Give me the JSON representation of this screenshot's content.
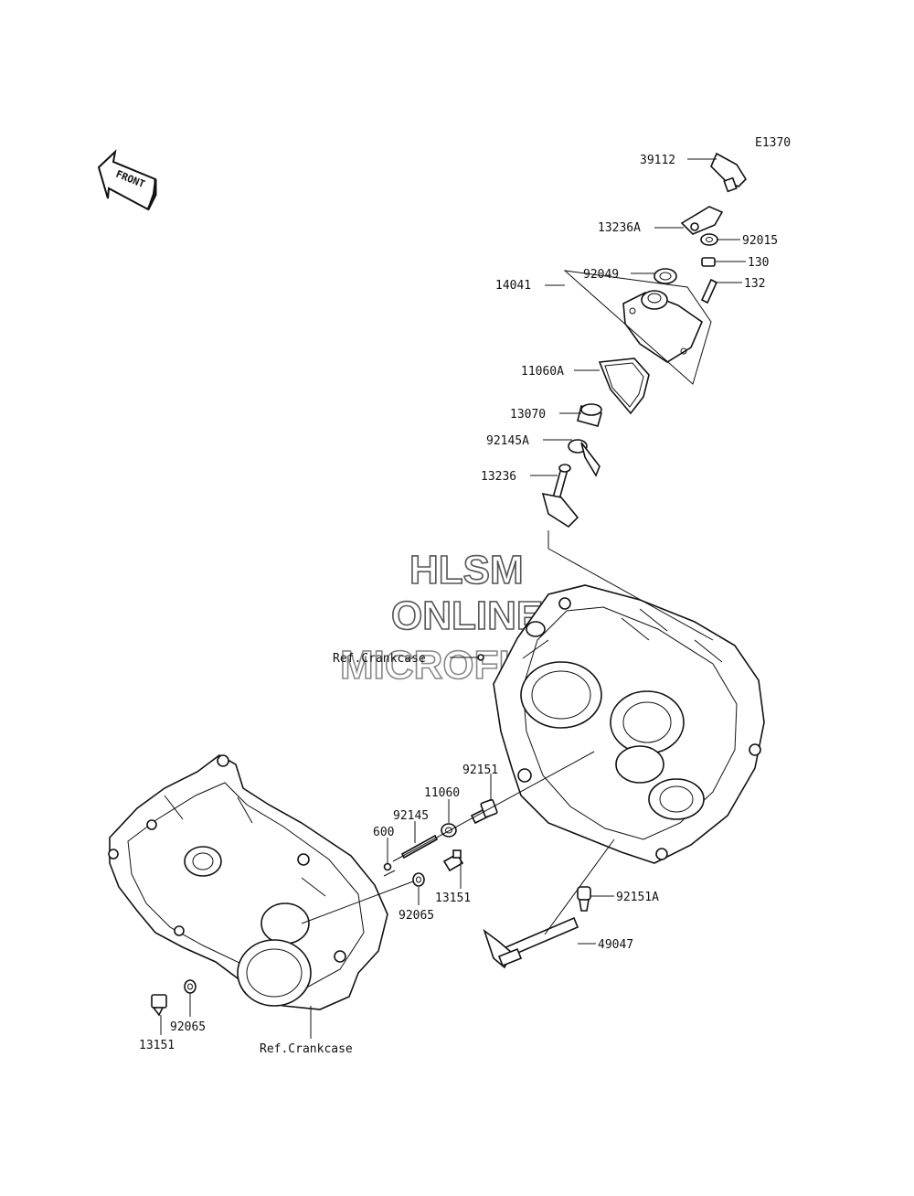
{
  "diagram": {
    "code": "E1370",
    "front_label": "FRONT",
    "watermark": [
      "HLSM",
      "ONLINE",
      "MICROFICHE"
    ],
    "callouts": {
      "c39112": "39112",
      "c13236A": "13236A",
      "c92015": "92015",
      "c130": "130",
      "c14041": "14041",
      "c92049": "92049",
      "c132": "132",
      "c11060A": "11060A",
      "c13070": "13070",
      "c92145A": "92145A",
      "c13236": "13236",
      "refCrankcaseTop": "Ref.Crankcase",
      "c92151": "92151",
      "c11060": "11060",
      "c92145": "92145",
      "c600": "600",
      "c13151a": "13151",
      "c92065a": "92065",
      "c92151A": "92151A",
      "c49047": "49047",
      "c92065b": "92065",
      "c13151b": "13151",
      "refCrankcaseBottom": "Ref.Crankcase"
    }
  }
}
